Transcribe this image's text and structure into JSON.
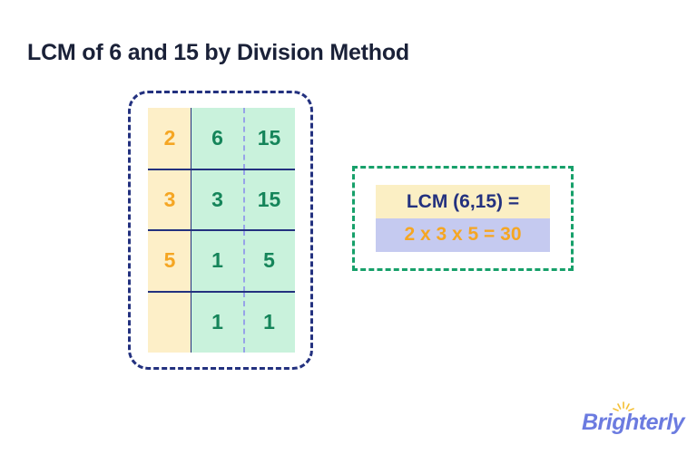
{
  "title": "LCM of 6 and 15 by Division Method",
  "division_table": {
    "columns": [
      "divisor",
      "value_a",
      "value_b"
    ],
    "rows": [
      {
        "divisor": "2",
        "value_a": "6",
        "value_b": "15"
      },
      {
        "divisor": "3",
        "value_a": "3",
        "value_b": "15"
      },
      {
        "divisor": "5",
        "value_a": "1",
        "value_b": "5"
      },
      {
        "divisor": "",
        "value_a": "1",
        "value_b": "1"
      }
    ]
  },
  "result": {
    "label": "LCM (6,15) =",
    "value": "2 x 3 x 5 = 30"
  },
  "brand": {
    "name": "Brighterly",
    "sparkle_icon": "sun-sparkle-icon"
  },
  "colors": {
    "title": "#1A2138",
    "divisor_bg": "#FDEFC8",
    "divisor_text": "#F5A623",
    "quotient_bg": "#C9F2DC",
    "quotient_text": "#15855A",
    "rule": "#23317F",
    "dashed_navy": "#23317F",
    "dashed_green": "#17A06A",
    "result_label_bg": "#FBEFC4",
    "result_label_text": "#23317F",
    "result_value_bg": "#C5CAF0",
    "result_value_text": "#F5A623",
    "brand": "#6B7BE0",
    "sparkle": "#F5C13A"
  }
}
